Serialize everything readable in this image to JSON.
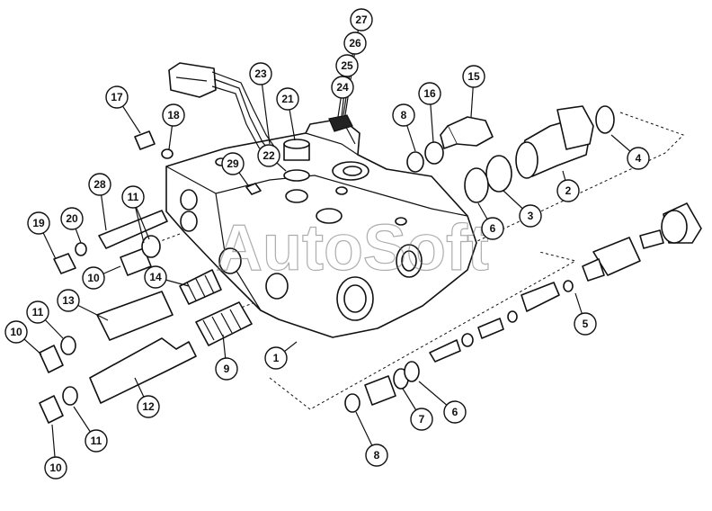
{
  "watermark": "AutoSoft",
  "callouts": [
    {
      "id": "c1",
      "label": "1"
    },
    {
      "id": "c2",
      "label": "2"
    },
    {
      "id": "c3",
      "label": "3"
    },
    {
      "id": "c4",
      "label": "4"
    },
    {
      "id": "c5",
      "label": "5"
    },
    {
      "id": "c6a",
      "label": "6"
    },
    {
      "id": "c6b",
      "label": "6"
    },
    {
      "id": "c7",
      "label": "7"
    },
    {
      "id": "c8a",
      "label": "8"
    },
    {
      "id": "c8b",
      "label": "8"
    },
    {
      "id": "c9",
      "label": "9"
    },
    {
      "id": "c10a",
      "label": "10"
    },
    {
      "id": "c10b",
      "label": "10"
    },
    {
      "id": "c10c",
      "label": "10"
    },
    {
      "id": "c11a",
      "label": "11"
    },
    {
      "id": "c11b",
      "label": "11"
    },
    {
      "id": "c11c",
      "label": "11"
    },
    {
      "id": "c12",
      "label": "12"
    },
    {
      "id": "c13",
      "label": "13"
    },
    {
      "id": "c14",
      "label": "14"
    },
    {
      "id": "c15",
      "label": "15"
    },
    {
      "id": "c16",
      "label": "16"
    },
    {
      "id": "c17",
      "label": "17"
    },
    {
      "id": "c18",
      "label": "18"
    },
    {
      "id": "c19",
      "label": "19"
    },
    {
      "id": "c20",
      "label": "20"
    },
    {
      "id": "c21",
      "label": "21"
    },
    {
      "id": "c22",
      "label": "22"
    },
    {
      "id": "c23",
      "label": "23"
    },
    {
      "id": "c24",
      "label": "24"
    },
    {
      "id": "c25",
      "label": "25"
    },
    {
      "id": "c26",
      "label": "26"
    },
    {
      "id": "c27",
      "label": "27"
    },
    {
      "id": "c28",
      "label": "28"
    },
    {
      "id": "c29",
      "label": "29"
    }
  ]
}
